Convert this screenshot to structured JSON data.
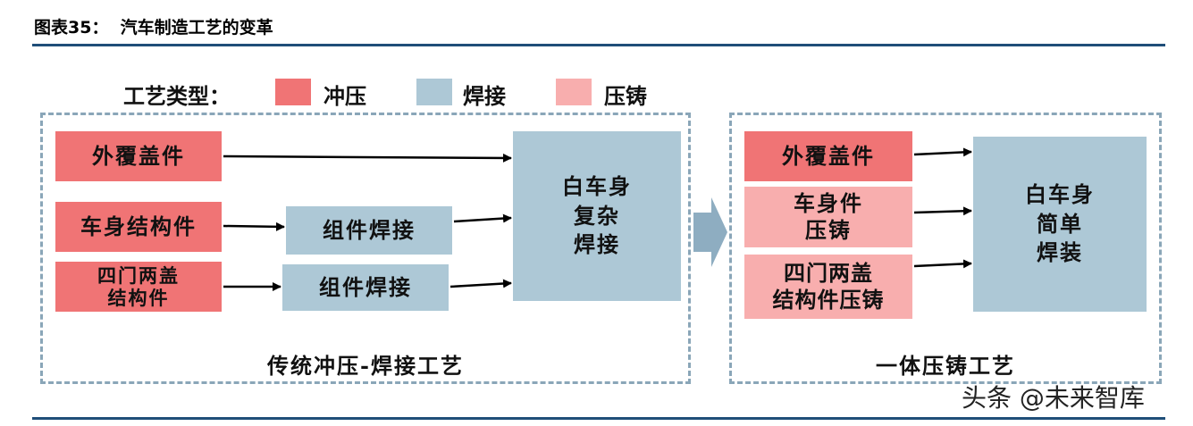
{
  "figure": {
    "title": "图表35：  汽车制造工艺的变革"
  },
  "legend": {
    "label": "工艺类型：",
    "items": [
      {
        "name": "冲压",
        "color": "#f07475"
      },
      {
        "name": "焊接",
        "color": "#adc8d6"
      },
      {
        "name": "压铸",
        "color": "#f8aeae"
      }
    ]
  },
  "traditional": {
    "caption": "传统冲压-焊接工艺",
    "outer_panel": "外覆盖件",
    "body_structure": "车身结构件",
    "doors_hoods": [
      "四门两盖",
      "结构件"
    ],
    "sub_weld_1": "组件焊接",
    "sub_weld_2": "组件焊接",
    "biw": [
      "白车身",
      "复杂",
      "焊接"
    ]
  },
  "integrated": {
    "caption": "一体压铸工艺",
    "outer_panel": "外覆盖件",
    "body_casting": [
      "车身件",
      "压铸"
    ],
    "doors_casting": [
      "四门两盖",
      "结构件压铸"
    ],
    "biw": [
      "白车身",
      "简单",
      "焊装"
    ]
  },
  "watermark": "头条 @未来智库",
  "colors": {
    "rule": "#1f4e79",
    "dashed_border": "#8aa6b8",
    "transition_arrow": "#8eadc1"
  }
}
